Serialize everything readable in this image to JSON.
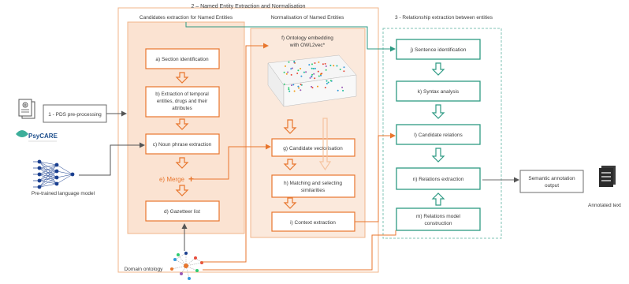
{
  "section2": {
    "title": "2 – Named Entity Extraction and Normalisation"
  },
  "section3": {
    "title": "3 - Relationship extraction between entities"
  },
  "candidates": {
    "title": "Candidates extraction for Named Entities",
    "a": "a)  Section identification",
    "b": [
      "b) Extraction of temporal",
      "entities, drugs and their",
      "attributes"
    ],
    "c": "c) Noun phrase extraction",
    "e": "e) Merge",
    "d": "d)  Gazetteer list"
  },
  "normalisation": {
    "title": "Normalisation of Named Entities",
    "f": [
      "f) Ontology embedding",
      "with OWL2vec*"
    ],
    "g": "g) Candidate vectorisation",
    "h": [
      "h) Matching and selecting",
      "similarities"
    ],
    "i": "i) Context extraction"
  },
  "relations": {
    "j": "j) Sentence identification",
    "k": "k) Syntax analysis",
    "l": "l) Candidate relations",
    "n": "n) Relations extraction",
    "m": [
      "m) Relations model",
      "construction"
    ]
  },
  "inputs": {
    "preprocessing": "1 - PDS pre-processing",
    "psycare": "PsyCARE",
    "language_model": "Pre-trained language model",
    "domain_ontology": "Domain ontology"
  },
  "outputs": {
    "semantic": [
      "Semantic annotation",
      "output"
    ],
    "annotated": "Annotated text"
  },
  "colors": {
    "orange": "#e8762d",
    "teal": "#2e9a83",
    "gray": "#6e6e6e",
    "blue": "#1a3f8f"
  }
}
